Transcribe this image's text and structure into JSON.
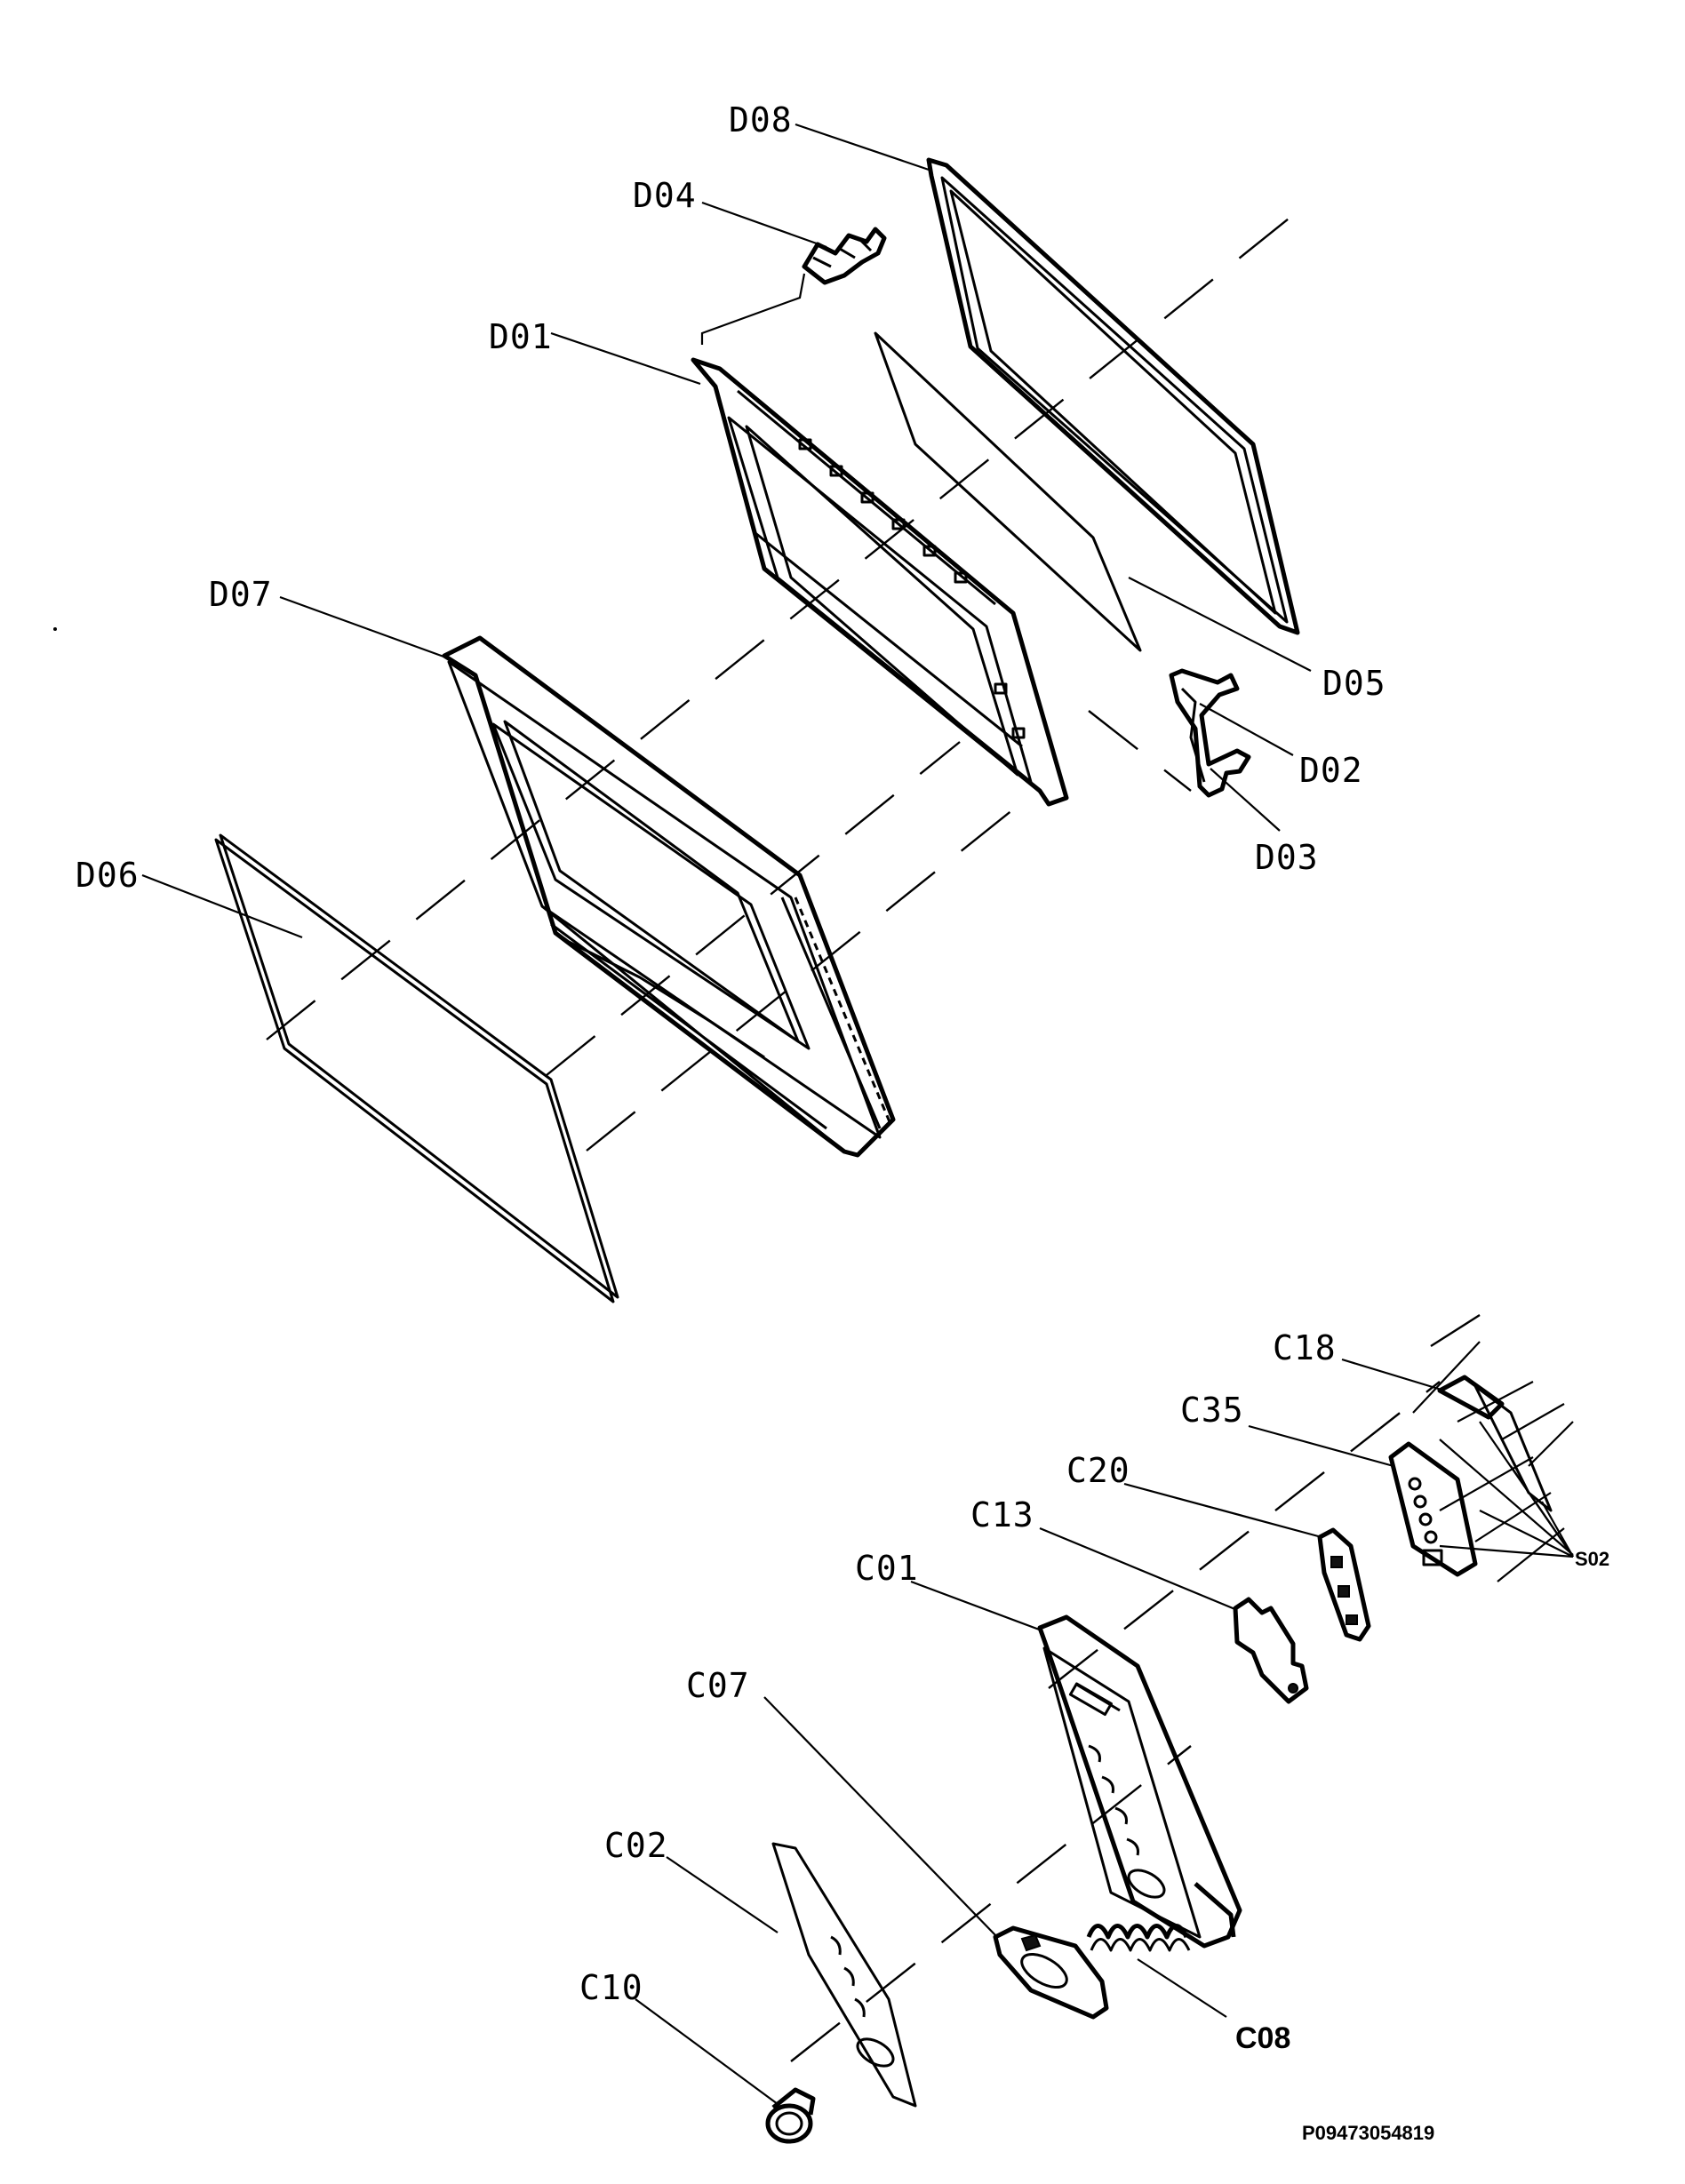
{
  "diagram": {
    "labels": [
      {
        "id": "D08",
        "text": "D08"
      },
      {
        "id": "D04",
        "text": "D04"
      },
      {
        "id": "D01",
        "text": "D01"
      },
      {
        "id": "D07",
        "text": "D07"
      },
      {
        "id": "D05",
        "text": "D05"
      },
      {
        "id": "D02",
        "text": "D02"
      },
      {
        "id": "D03",
        "text": "D03"
      },
      {
        "id": "D06",
        "text": "D06"
      },
      {
        "id": "C18",
        "text": "C18"
      },
      {
        "id": "C35",
        "text": "C35"
      },
      {
        "id": "C20",
        "text": "C20"
      },
      {
        "id": "C13",
        "text": "C13"
      },
      {
        "id": "C01",
        "text": "C01"
      },
      {
        "id": "C07",
        "text": "C07"
      },
      {
        "id": "C02",
        "text": "C02"
      },
      {
        "id": "C10",
        "text": "C10"
      },
      {
        "id": "C08",
        "text": "C08"
      },
      {
        "id": "S02",
        "text": "S02"
      }
    ],
    "drawing_code": "P09473054819"
  }
}
